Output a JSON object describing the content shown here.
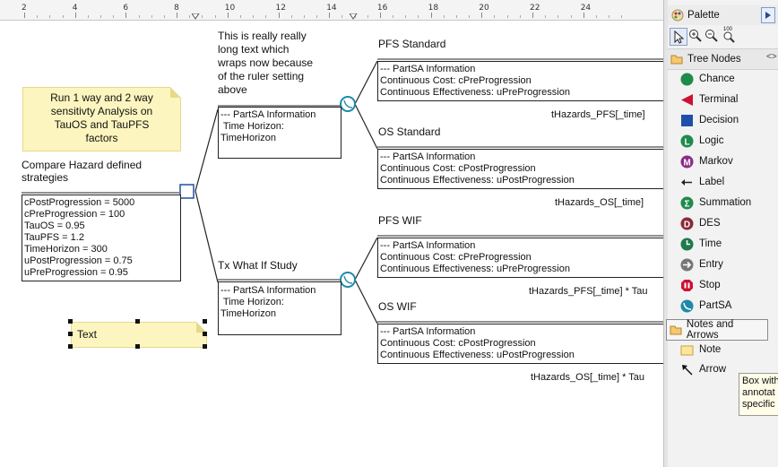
{
  "ruler": {
    "labels": [
      "2",
      "4",
      "6",
      "8",
      "10",
      "12",
      "14",
      "16",
      "18",
      "20",
      "22",
      "24"
    ]
  },
  "palette": {
    "title": "Palette",
    "zoom_100": "100",
    "section_tree": "Tree Nodes",
    "tree_items": [
      {
        "label": "Chance",
        "icon": "chance-icon",
        "color": "#1f8a4c"
      },
      {
        "label": "Terminal",
        "icon": "terminal-icon",
        "color": "#cc1133"
      },
      {
        "label": "Decision",
        "icon": "decision-icon",
        "color": "#1f4fa8"
      },
      {
        "label": "Logic",
        "icon": "logic-icon",
        "color": "#1f8a4c",
        "glyph": "L"
      },
      {
        "label": "Markov",
        "icon": "markov-icon",
        "color": "#8a2b8a",
        "glyph": "M"
      },
      {
        "label": "Label",
        "icon": "label-icon",
        "color": "#222222"
      },
      {
        "label": "Summation",
        "icon": "summation-icon",
        "color": "#1f8a4c",
        "glyph": "Σ"
      },
      {
        "label": "DES",
        "icon": "des-icon",
        "color": "#8a2b3a",
        "glyph": "D"
      },
      {
        "label": "Time",
        "icon": "time-icon",
        "color": "#1f7a4c"
      },
      {
        "label": "Entry",
        "icon": "entry-icon",
        "color": "#777777"
      },
      {
        "label": "Stop",
        "icon": "stop-icon",
        "color": "#cc1133"
      },
      {
        "label": "PartSA",
        "icon": "partsa-icon",
        "color": "#1f8aa8"
      }
    ],
    "section_notes": "Notes and Arrows",
    "notes_items": [
      {
        "label": "Note",
        "icon": "note-icon"
      },
      {
        "label": "Arrow",
        "icon": "arrow-icon"
      }
    ],
    "tooltip_lines": [
      "Box with",
      "annotat",
      "specific"
    ]
  },
  "canvas": {
    "note_main": [
      "Run 1 way and 2 way",
      "sensitivty Analysis on",
      "TauOS and TauPFS",
      "factors"
    ],
    "note_text": "Text",
    "root_label": [
      "Compare Hazard defined",
      "strategies"
    ],
    "root_params": [
      "cPostProgression = 5000",
      "cPreProgression = 100",
      "TauOS = 0.95",
      "TauPFS = 1.2",
      "TimeHorizon = 300",
      "uPostProgression = 0.75",
      "uPreProgression = 0.95"
    ],
    "strategy1": {
      "label": [
        "This is really really",
        "long text which",
        "wraps now because",
        "of the ruler setting",
        "above"
      ],
      "box": [
        "--- PartSA Information",
        " Time Horizon:",
        "TimeHorizon"
      ]
    },
    "strategy2": {
      "label": [
        "Tx What If Study"
      ],
      "box": [
        "--- PartSA Information",
        " Time Horizon:",
        "TimeHorizon"
      ]
    },
    "branches": [
      {
        "title": "PFS Standard",
        "box": [
          "--- PartSA Information",
          "Continuous Cost: cPreProgression",
          "Continuous Effectiveness: uPreProgression"
        ],
        "footer": "tHazards_PFS[_time]"
      },
      {
        "title": "OS Standard",
        "box": [
          "--- PartSA Information",
          "Continuous Cost: cPostProgression",
          "Continuous Effectiveness: uPostProgression"
        ],
        "footer": "tHazards_OS[_time]"
      },
      {
        "title": "PFS WIF",
        "box": [
          "--- PartSA Information",
          "Continuous Cost: cPreProgression",
          "Continuous Effectiveness: uPreProgression"
        ],
        "footer": "tHazards_PFS[_time] * Tau"
      },
      {
        "title": "OS WIF",
        "box": [
          "--- PartSA Information",
          "Continuous Cost: cPostProgression",
          "Continuous Effectiveness: uPostProgression"
        ],
        "footer": "tHazards_OS[_time] * Tau"
      }
    ]
  }
}
